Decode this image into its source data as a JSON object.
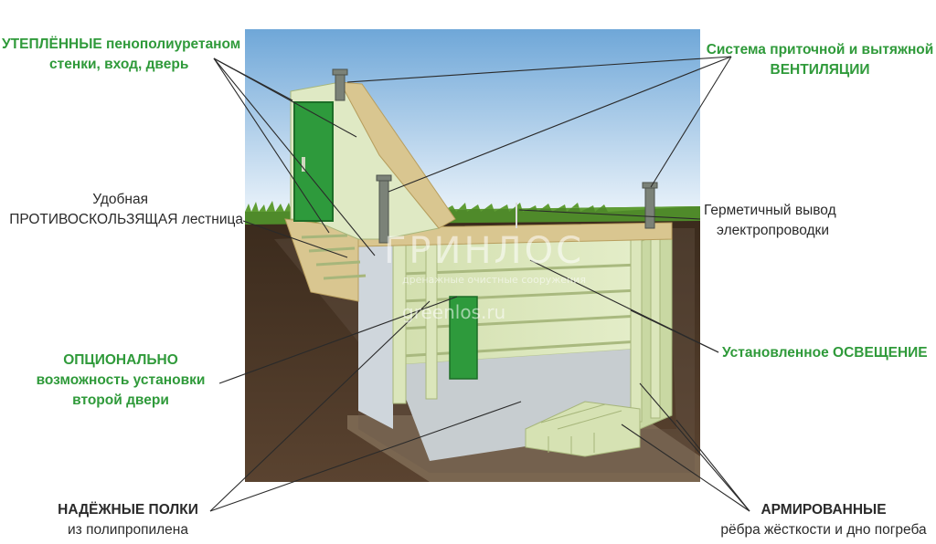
{
  "labels": {
    "insulated": {
      "highlight": "УТЕПЛЁННЫЕ",
      "rest": " пенополиуретаном",
      "line2": "стенки, вход, дверь"
    },
    "ventilation": {
      "line1": "Система приточной и вытяжной",
      "highlight": "ВЕНТИЛЯЦИИ"
    },
    "stairs": {
      "line1": "Удобная",
      "line2": "ПРОТИВОСКОЛЬЗЯЩАЯ лестница"
    },
    "wiring": {
      "line1": "Герметичный вывод",
      "line2": "электропроводки"
    },
    "optional": {
      "highlight": "ОПЦИОНАЛЬНО",
      "line2": "возможность установки",
      "line3": "второй двери"
    },
    "lighting": {
      "rest": "Установленное ",
      "highlight": "ОСВЕЩЕНИЕ"
    },
    "shelves": {
      "line1": "НАДЁЖНЫЕ  ПОЛКИ",
      "line2": "из полипропилена"
    },
    "ribs": {
      "line1": "АРМИРОВАННЫЕ",
      "line2": "рёбра жёсткости и дно погреба"
    }
  },
  "watermark": {
    "brand": "ГРИНЛОС",
    "tagline": "дренажные очистные сооружения",
    "site": "greenlos.ru"
  },
  "colors": {
    "accent": "#2f9a3a",
    "text": "#2a2a2a",
    "sky": "#9fc6e4",
    "soil": "#4a3424",
    "cellar": "#dfe9c4",
    "door": "#2e9a3c"
  }
}
